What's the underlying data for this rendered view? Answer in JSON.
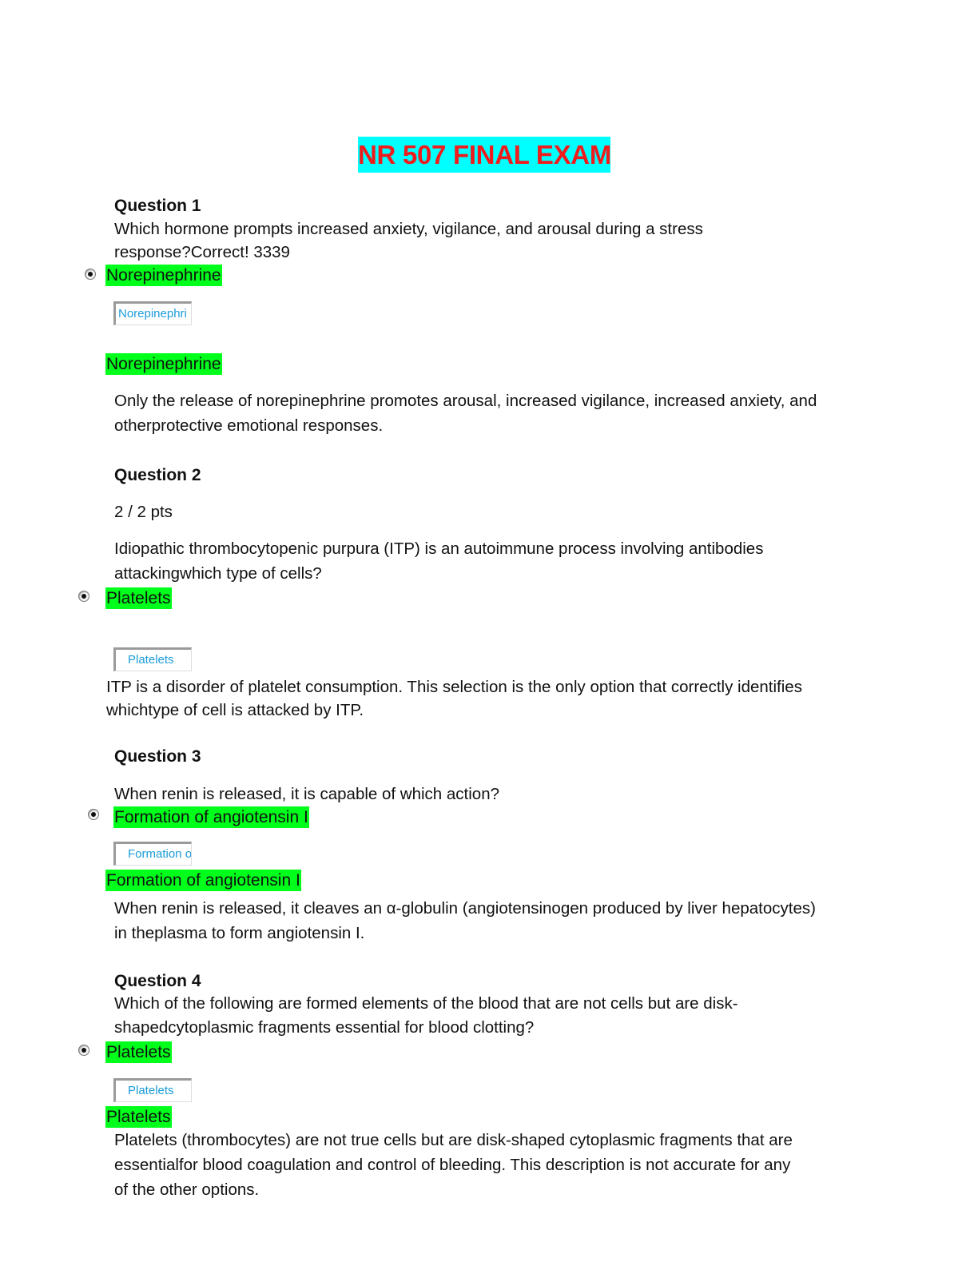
{
  "title": "NR 507 FINAL EXAM",
  "q1": {
    "heading": "Question 1",
    "line1": "Which hormone prompts increased anxiety, vigilance, and arousal during a stress",
    "line2": "response?Correct! 3339",
    "selected": "Norepinephrine",
    "box_text": "Norepinephri",
    "answer": "Norepinephrine",
    "exp1": "Only the release of norepinephrine promotes arousal, increased vigilance, increased anxiety, and",
    "exp2": "otherprotective emotional responses."
  },
  "q2": {
    "heading": "Question 2",
    "points": "2 / 2 pts",
    "line1": "Idiopathic thrombocytopenic purpura (ITP) is an autoimmune process involving antibodies",
    "line2": "attackingwhich type of cells?",
    "selected": "Platelets",
    "box_text": "Platelets",
    "exp1": "ITP is a disorder of platelet consumption. This selection is the only option that correctly identifies",
    "exp2": "whichtype of cell is attacked by ITP."
  },
  "q3": {
    "heading": "Question 3",
    "line1": "When renin is released, it is capable of which action?",
    "selected": "Formation of angiotensin I",
    "box_text": "Formation o",
    "answer": "Formation of angiotensin I",
    "exp1": "When renin is released, it cleaves an α-globulin (angiotensinogen produced by liver hepatocytes)",
    "exp2": "in theplasma to form angiotensin I."
  },
  "q4": {
    "heading": "Question 4",
    "line1": "Which of the following are formed elements of the blood that are not cells but are disk-",
    "line2": "shapedcytoplasmic fragments essential for blood clotting?",
    "selected": "Platelets",
    "box_text": "Platelets",
    "answer": "Platelets",
    "exp1": "Platelets (thrombocytes) are not true cells but are disk-shaped cytoplasmic fragments that are",
    "exp2": "essentialfor blood coagulation and control of bleeding. This description is not accurate for any",
    "exp3": "of the other options."
  }
}
